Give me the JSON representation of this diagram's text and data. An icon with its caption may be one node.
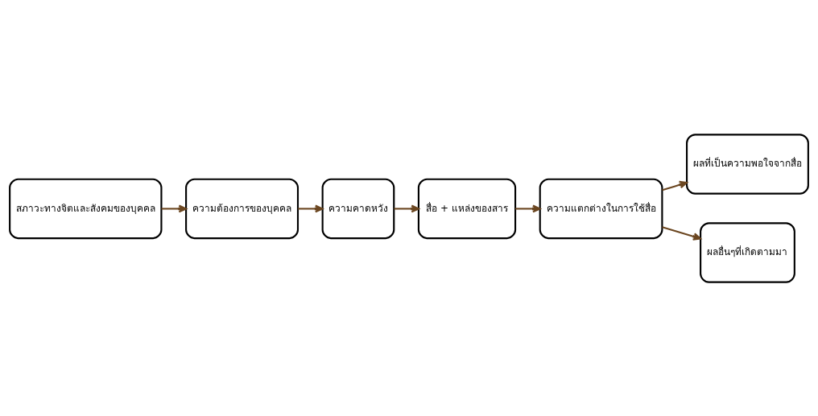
{
  "diagram": {
    "nodes": [
      {
        "text": [
          "สภาวะทางจิตและสังคมของบุคคล"
        ]
      },
      {
        "text": [
          "ความต้องการของบุคคล"
        ]
      },
      {
        "text": [
          "ความคาดหวัง"
        ]
      },
      {
        "text": [
          "สื่อ + แหล่งของสาร"
        ]
      },
      {
        "text": [
          "ความแตกต่างในการใช้สื่อ"
        ]
      },
      {
        "text": [
          "ผลที่เป็นความพอใจจากสื่อ"
        ]
      },
      {
        "text": [
          "ผลอื่นๆที่เกิดตามมา"
        ]
      }
    ],
    "edges": [
      {
        "from": 0,
        "to": 1,
        "arrow": "to"
      },
      {
        "from": 1,
        "to": 2,
        "arrow": "to"
      },
      {
        "from": 2,
        "to": 3,
        "arrow": "to"
      },
      {
        "from": 3,
        "to": 4,
        "arrow": "to"
      },
      {
        "from": 4,
        "to": 5,
        "arrow": "to"
      },
      {
        "from": 4,
        "to": 6,
        "arrow": "to"
      }
    ]
  }
}
